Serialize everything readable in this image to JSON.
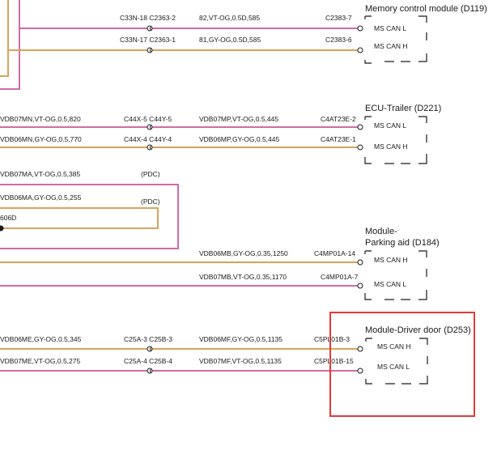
{
  "colors": {
    "pink": "#d36aa8",
    "orange": "#d9a25a",
    "highlight": "#e53935",
    "ink": "#1a1a1a"
  },
  "modules": [
    {
      "id": "memory",
      "title": [
        "Memory control module (D119)"
      ],
      "pins": [
        "MS CAN L",
        "MS CAN H"
      ]
    },
    {
      "id": "trailer",
      "title": [
        "ECU-Trailer (D221)"
      ],
      "pins": [
        "MS CAN L",
        "MS CAN H"
      ]
    },
    {
      "id": "parking",
      "title": [
        "Module-",
        "Parking aid (D184)"
      ],
      "pins": [
        "MS CAN H",
        "MS CAN L"
      ]
    },
    {
      "id": "driver_door",
      "title": [
        "Module-Driver door (D253)"
      ],
      "pins": [
        "MS CAN H",
        "MS CAN L"
      ]
    }
  ],
  "wires": [
    {
      "id": "w1",
      "color": "pink",
      "label_left": "",
      "connector_left": "C33N-18 C2363-2",
      "label_right": "82,VT-OG,0.5D,585",
      "connector_right": "C2383-7"
    },
    {
      "id": "w2",
      "color": "orange",
      "label_left": "",
      "connector_left": "C33N-17 C2363-1",
      "label_right": "81,GY-OG,0.5D,585",
      "connector_right": "C2383-6"
    },
    {
      "id": "w3",
      "color": "pink",
      "label_left": "VDB07MN,VT-OG,0.5,820",
      "connector_left": "C44X-5 C44Y-5",
      "label_right": "VDB07MP,VT-OG,0.5,445",
      "connector_right": "C4AT23E-2"
    },
    {
      "id": "w4",
      "color": "orange",
      "label_left": "VDB06MN,GY-OG,0.5,770",
      "connector_left": "C44X-4 C44Y-4",
      "label_right": "VDB06MP,GY-OG,0.5,445",
      "connector_right": "C4AT23E-1"
    },
    {
      "id": "w5",
      "color": "pink",
      "label_left": "VDB07MA,VT-OG,0.5,385",
      "connector_left": "(PDC)"
    },
    {
      "id": "w6",
      "color": "orange",
      "label_left": "VDB06MA,GY-OG,0.5,255",
      "connector_left": "(PDC)"
    },
    {
      "id": "w7",
      "color": "orange",
      "label_left": "",
      "connector_left": "",
      "label_right": "VDB06MB,GY-OG,0.35,1250",
      "connector_right": "C4MP01A-14"
    },
    {
      "id": "w8",
      "color": "pink",
      "label_left": "",
      "connector_left": "",
      "label_right": "VDB07MB,VT-OG,0.35,1170",
      "connector_right": "C4MP01A-7"
    },
    {
      "id": "w9",
      "color": "orange",
      "label_left": "VDB06ME,GY-OG,0.5,345",
      "connector_left": "C25A-3 C25B-3",
      "label_right": "VDB06MF,GY-OG,0.5,1135",
      "connector_right": "C5PL01B-3"
    },
    {
      "id": "w10",
      "color": "pink",
      "label_left": "VDB07ME,VT-OG,0.5,275",
      "connector_left": "C25A-4 C25B-4",
      "label_right": "VDB07MF,VT-OG,0.5,1135",
      "connector_right": "C5PL01B-15"
    }
  ],
  "splice_label": "606D"
}
